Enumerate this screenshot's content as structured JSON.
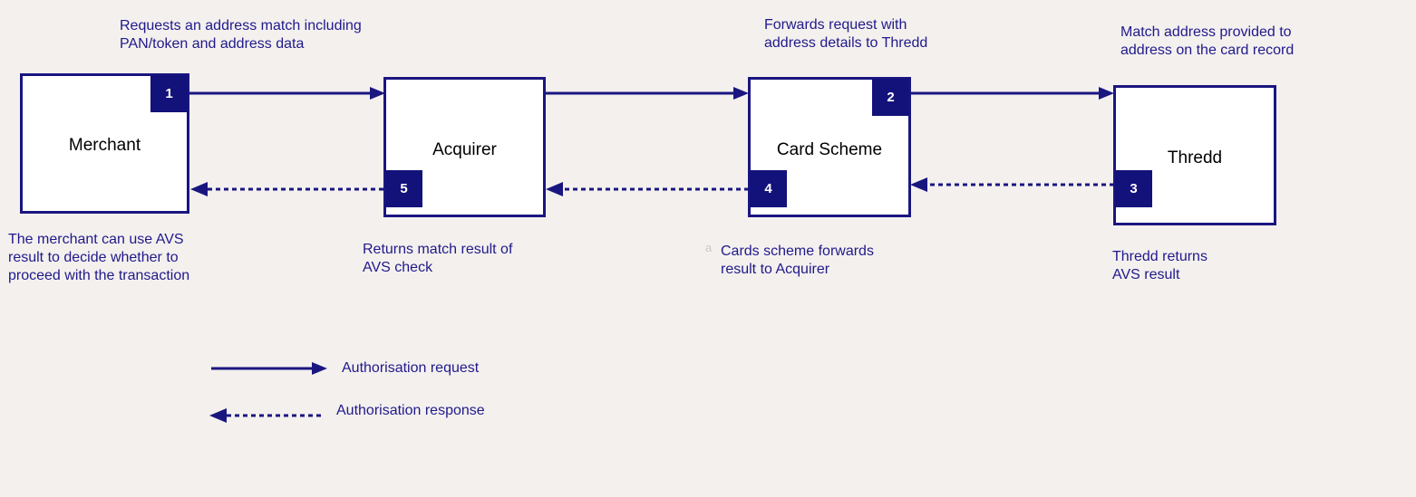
{
  "colors": {
    "background": "#f4f0ee",
    "box_fill": "#ffffff",
    "box_border": "#1a1680",
    "badge": "#13127a",
    "text": "#1f1a8a"
  },
  "nodes": {
    "merchant": {
      "label": "Merchant",
      "step": "1"
    },
    "acquirer": {
      "label": "Acquirer",
      "step": "5"
    },
    "card_scheme": {
      "label": "Card Scheme",
      "step_request": "2",
      "step_response": "4"
    },
    "thredd": {
      "label": "Thredd",
      "step": "3"
    }
  },
  "notes": {
    "merchant_request": [
      "Requests an address match including",
      "PAN/token and address data"
    ],
    "scheme_forward": [
      "Forwards request with",
      "address details to Thredd"
    ],
    "thredd_match": [
      "Match address provided to",
      "address on the card record"
    ],
    "merchant_result": [
      "The merchant can use AVS",
      "result to decide whether to",
      "proceed with the transaction"
    ],
    "acquirer_result": [
      "Returns match result of",
      "AVS check"
    ],
    "scheme_result": [
      "Cards scheme forwards",
      "result to Acquirer"
    ],
    "thredd_result": [
      "Thredd returns",
      "AVS result"
    ]
  },
  "stray_glyph": "a",
  "legend": {
    "request": "Authorisation request",
    "response": "Authorisation response"
  }
}
